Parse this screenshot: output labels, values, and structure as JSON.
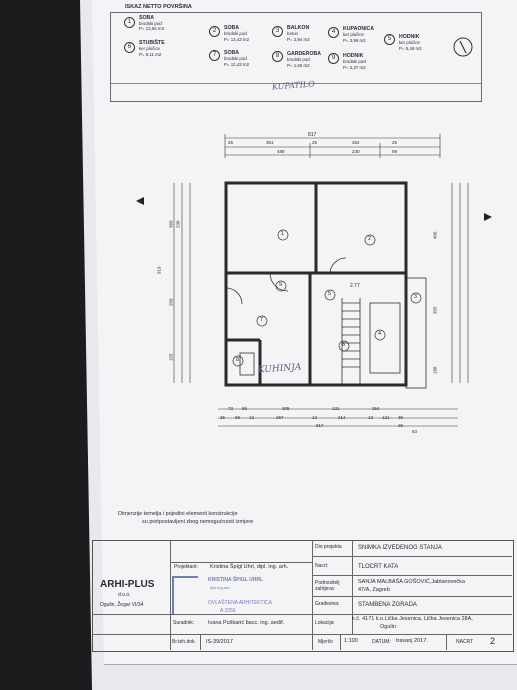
{
  "legend": {
    "title": "ISKAZ NETTO POVRŠINA",
    "items": [
      {
        "num": "1",
        "name": "SOBA",
        "sub1": "brodski pod",
        "sub2": "P= 13,56 m2"
      },
      {
        "num": "2",
        "name": "SOBA",
        "sub1": "brodski pod",
        "sub2": "P= 13,43 m2"
      },
      {
        "num": "3",
        "name": "BALKON",
        "sub1": "beton",
        "sub2": "P= 2,94 m2"
      },
      {
        "num": "4",
        "name": "KUPAONICA",
        "sub1": "ker pločice",
        "sub2": "P= 3,98 m2"
      },
      {
        "num": "5",
        "name": "HODNIK",
        "sub1": "ker pločice",
        "sub2": "P= 5,48 m2"
      },
      {
        "num": "6",
        "name": "STUBIŠTE",
        "sub1": "ker pločice",
        "sub2": "P= 6,11 m2"
      },
      {
        "num": "7",
        "name": "SOBA",
        "sub1": "brodski pod",
        "sub2": "P= 12,43 m2"
      },
      {
        "num": "8",
        "name": "GARDEROBA",
        "sub1": "brodski pod",
        "sub2": "P= 1,65 m2"
      },
      {
        "num": "9",
        "name": "HODNIK",
        "sub1": "brodski pod",
        "sub2": "P= 2,37 m2"
      }
    ],
    "handwritten": "KUPATILO"
  },
  "plan": {
    "handwritten_kitchen": "KUHINJA",
    "top_dims": {
      "total": "817",
      "row1": [
        "25",
        "351",
        "25",
        "364",
        "25"
      ],
      "row2": [
        "488",
        "230",
        "99"
      ]
    },
    "bottom_dims": {
      "row1": [
        "73",
        "55",
        "305",
        "131",
        "254"
      ],
      "row2": [
        "25",
        "96",
        "12",
        "267",
        "12",
        "214",
        "13",
        "121",
        "35"
      ],
      "total": "817",
      "end": "25",
      "end2": "83"
    },
    "left_dims": [
      "919",
      "360",
      "230",
      "258",
      "155"
    ],
    "right_dims": [
      "406",
      "355",
      "188"
    ],
    "stair_mark": "2.77",
    "room_numbers": [
      "1",
      "2",
      "3",
      "4",
      "5",
      "6",
      "7",
      "8",
      "9"
    ]
  },
  "note": {
    "line1": "Dimenzije temelja i pojedini elementi konstrukcije",
    "line2": "su pretpostavljeni zbog nemogućnosti izmjere"
  },
  "title_block": {
    "company": "ARHI-PLUS",
    "company_type": "d.o.o.",
    "company_addr": "Ogulin, Žegar VI/34",
    "stamp_line1": "KRISTINA ŠPIGL UHRL",
    "stamp_line2": "dipl.ing.arh.",
    "stamp_line3": "OVLAŠTENA ARHITEKTICA",
    "stamp_line4": "A 3256",
    "rows": {
      "dio_projekta_label": "Dio projekta",
      "dio_projekta_value": "SNIMKA IZVEDENOG STANJA",
      "projektant_label": "Projektant:",
      "projektant_value": "Kristina Špigl Uhrl, dipl. ing. arh.",
      "nacrt_label": "Nacrt:",
      "nacrt_value": "TLOCRT KATA",
      "podnositelj_label": "Podnositelj zahtjeva:",
      "podnositelj_value1": "SANJA MALBAŠA GOŠOVIĆ,Jablanovečka",
      "podnositelj_value2": "47/A, Zagreb",
      "gradevina_label": "Građevina:",
      "gradevina_value": "STAMBENA ZGRADA",
      "suradnik_label": "Suradnik:",
      "suradnik_value": "Ivana Puškarić bacc. ing. aedif.",
      "lokacija_label": "Lokacija:",
      "lokacija_value1": "k.č. 4171 k.o.Lička Jesenica, Lička Jesenica 28A,",
      "lokacija_value2": "Ogulin",
      "brteh_label": "Br.teh.dok.",
      "brteh_value": "IS-39/2017",
      "mjerilo_label": "Mjerilo",
      "mjerilo_value": "1:100",
      "datum_label": "DATUM:",
      "datum_value": "travanj 2017.",
      "nacrt_no_label": "NACRT",
      "nacrt_no_value": "2"
    }
  },
  "colors": {
    "ink": "#2a2a33",
    "stamp": "#6f7fb5",
    "handwriting": "#5b5b86"
  }
}
